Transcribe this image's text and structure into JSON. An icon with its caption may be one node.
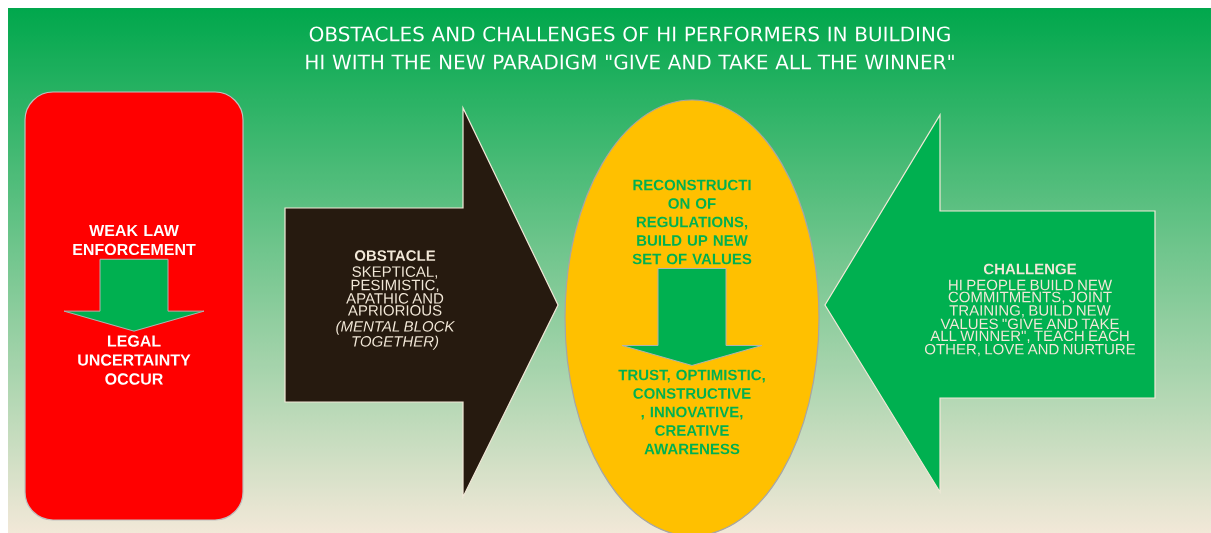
{
  "diagram": {
    "title": "OBSTACLES AND CHALLENGES OF HI PERFORMERS IN BUILDING HI WITH THE NEW PARADIGM \"GIVE AND TAKE ALL THE WINNER\"",
    "nodes": [
      {
        "text": [],
        "shape": "box"
      },
      {
        "text": [
          "WEAK LAW ENFORCEMENT"
        ],
        "in": 0
      },
      {
        "text": [
          "LEGAL UNCERTAINTY OCCUR"
        ],
        "in": 0
      },
      {
        "text": [
          "OBSTACLE",
          "SKEPTICAL, PESIMISTIC, APATHIC AND APRIORIOUS",
          "(MENTAL BLOCK TOGETHER)"
        ]
      },
      {
        "text": [],
        "shape": "ellipse"
      },
      {
        "text": [
          "RECONSTRUCTI ON OF REGULATIONS, BUILD UP NEW SET OF VALUES"
        ],
        "in": 4
      },
      {
        "text": [
          "TRUST, OPTIMISTIC, CONSTRUCTIVE , INNOVATIVE, CREATIVE AWARENESS"
        ],
        "in": 4
      },
      {
        "text": [
          "CHALLENGE",
          "HI PEOPLE BUILD NEW COMMITMENTS, JOINT TRAINING, BUILD NEW VALUES \"GIVE AND TAKE ALL WINNER\", TEACH EACH OTHER, LOVE AND NURTURE"
        ]
      }
    ],
    "edges": [
      {
        "from": 1,
        "to": 2,
        "arrow": "to"
      },
      {
        "from": 5,
        "to": 6,
        "arrow": "to"
      }
    ]
  }
}
